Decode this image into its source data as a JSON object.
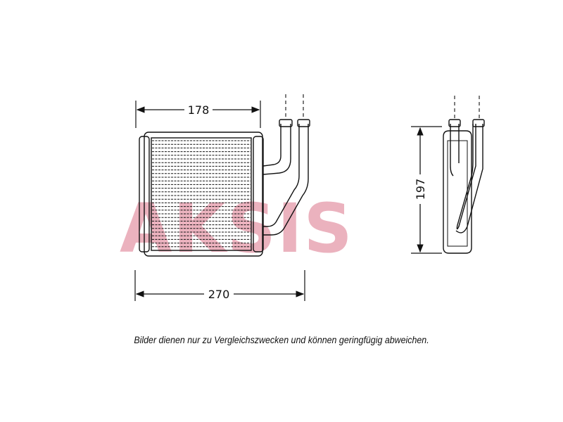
{
  "drawing": {
    "dimensions": {
      "core_width": "178",
      "overall_width": "270",
      "height": "197"
    }
  },
  "watermark": {
    "text": "AKSIS",
    "color": "#e8a5b3"
  },
  "caption": "Bilder dienen nur zu Vergleichszwecken und können geringfügig abweichen.",
  "colors": {
    "line": "#111111",
    "background": "#ffffff"
  }
}
